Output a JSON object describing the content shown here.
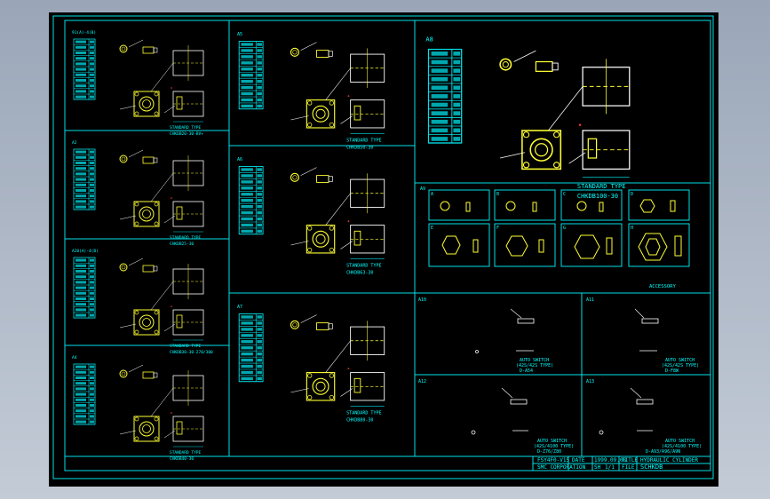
{
  "colors": {
    "frame": "#00e0e8",
    "part": "#ffff33",
    "leader": "#ffffff",
    "text": "#00ffff",
    "accent": "#ff3333"
  },
  "panels": {
    "p1": {
      "label": "91(A)-4(B)",
      "type": "STANDARD TYPE",
      "model": "CHKDB20-30-BV+"
    },
    "p2": {
      "label": "A2",
      "type": "STANDARD TYPE",
      "model": "CHKDB25-30"
    },
    "p3": {
      "label": "A20(A)-4(B)",
      "type": "STANDARD TYPE",
      "model": "CHKDB30-30-270/300"
    },
    "p4": {
      "label": "A4",
      "type": "STANDARD TYPE",
      "model": "CHKDB40-30"
    },
    "p5": {
      "label": "A5",
      "type": "STANDARD TYPE",
      "model": "CHKDB50-30"
    },
    "p6": {
      "label": "A6",
      "type": "STANDARD TYPE",
      "model": "CHKDB63-30"
    },
    "p7": {
      "label": "A7",
      "type": "STANDARD TYPE",
      "model": "CHKDB80-30"
    },
    "p8": {
      "label": "A8",
      "type": "STANDARD TYPE",
      "model": "CHKDB100-30"
    },
    "p10": {
      "label": "A10",
      "switch": "AUTO SWITCH",
      "spec": "(42S/42S TYPE)",
      "model": "D-A54"
    },
    "p11": {
      "label": "A11",
      "switch": "AUTO SWITCH",
      "spec": "(42S/42S TYPE)",
      "model": "D-F8W"
    },
    "p12": {
      "label": "A12",
      "switch": "AUTO SWITCH",
      "spec": "(42S/4100 TYPE)",
      "model": "D-Z76/Z80"
    },
    "p13": {
      "label": "A13",
      "switch": "AUTO SWITCH",
      "spec": "(42S/4100 TYPE)",
      "model": "D-A93/A96/A9N"
    }
  },
  "accessory": {
    "label": "A9",
    "caption": "ACCESSORY",
    "cells": [
      "A",
      "B",
      "C",
      "D",
      "E",
      "F",
      "G",
      "H"
    ]
  },
  "title_block": {
    "drawn": "FSY4F0-V15",
    "date_label": "DATE",
    "date": "1999.09.08",
    "title_label": "TITLE",
    "title": "HYDRAULIC CYLINDER",
    "company": "SMC CORPORATION",
    "sheet_label": "SH",
    "sheet": "1/1",
    "file_label": "FILE",
    "file": "SCHKDB"
  }
}
